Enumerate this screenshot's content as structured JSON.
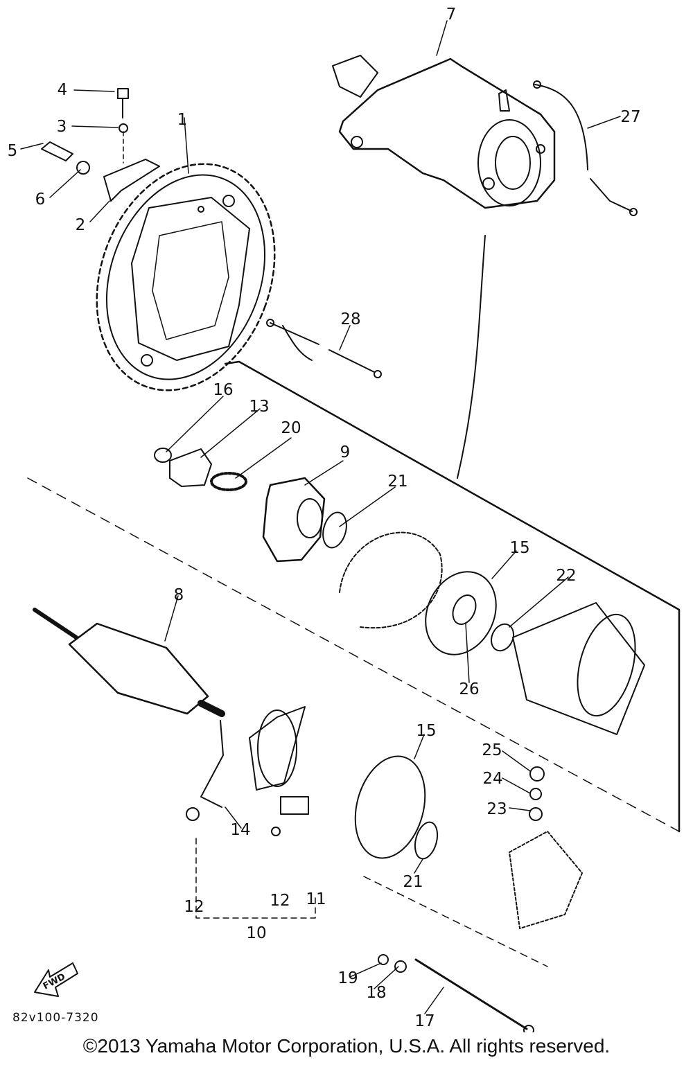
{
  "diagram": {
    "part_labels": {
      "p1": "1",
      "p2": "2",
      "p3": "3",
      "p4": "4",
      "p5": "5",
      "p6": "6",
      "p7": "7",
      "p8": "8",
      "p9": "9",
      "p10": "10",
      "p11": "11",
      "p12a": "12",
      "p12b": "12",
      "p13": "13",
      "p14": "14",
      "p15a": "15",
      "p15b": "15",
      "p16": "16",
      "p17": "17",
      "p18": "18",
      "p19": "19",
      "p20": "20",
      "p21a": "21",
      "p21b": "21",
      "p22": "22",
      "p23": "23",
      "p24": "24",
      "p25": "25",
      "p26": "26",
      "p27": "27",
      "p28": "28"
    },
    "fwd_label": "FWD",
    "drawing_code": "82v100-7320"
  },
  "footer": {
    "copyright": "©2013 Yamaha Motor Corporation, U.S.A. All rights reserved."
  }
}
